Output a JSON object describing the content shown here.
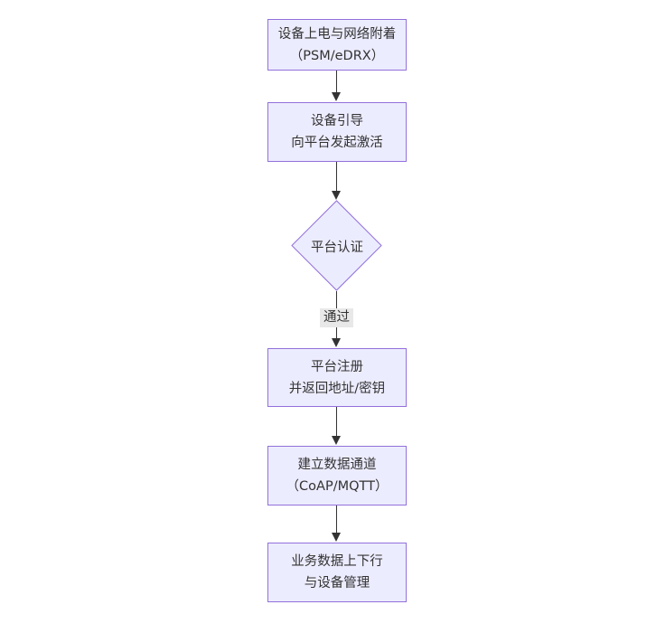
{
  "diagram": {
    "type": "flowchart-vertical",
    "colors": {
      "background": "#ffffff",
      "node_fill": "#ECECFF",
      "node_border": "#9370DB",
      "edge_line": "#333333",
      "edge_label_bg": "#e8e8e8",
      "text": "#333333"
    },
    "nodes": [
      {
        "id": "n1",
        "shape": "rect",
        "lines": [
          "设备上电与网络附着",
          "（PSM/eDRX）"
        ]
      },
      {
        "id": "n2",
        "shape": "rect",
        "lines": [
          "设备引导",
          "向平台发起激活"
        ]
      },
      {
        "id": "d1",
        "shape": "diamond",
        "lines": [
          "平台认证"
        ]
      },
      {
        "id": "n3",
        "shape": "rect",
        "lines": [
          "平台注册",
          "并返回地址/密钥"
        ]
      },
      {
        "id": "n4",
        "shape": "rect",
        "lines": [
          "建立数据通道",
          "（CoAP/MQTT）"
        ]
      },
      {
        "id": "n5",
        "shape": "rect",
        "lines": [
          "业务数据上下行",
          "与设备管理"
        ]
      }
    ],
    "edges": [
      {
        "from": "n1",
        "to": "n2",
        "label": ""
      },
      {
        "from": "n2",
        "to": "d1",
        "label": ""
      },
      {
        "from": "d1",
        "to": "n3",
        "label": "通过"
      },
      {
        "from": "n3",
        "to": "n4",
        "label": ""
      },
      {
        "from": "n4",
        "to": "n5",
        "label": ""
      }
    ]
  }
}
